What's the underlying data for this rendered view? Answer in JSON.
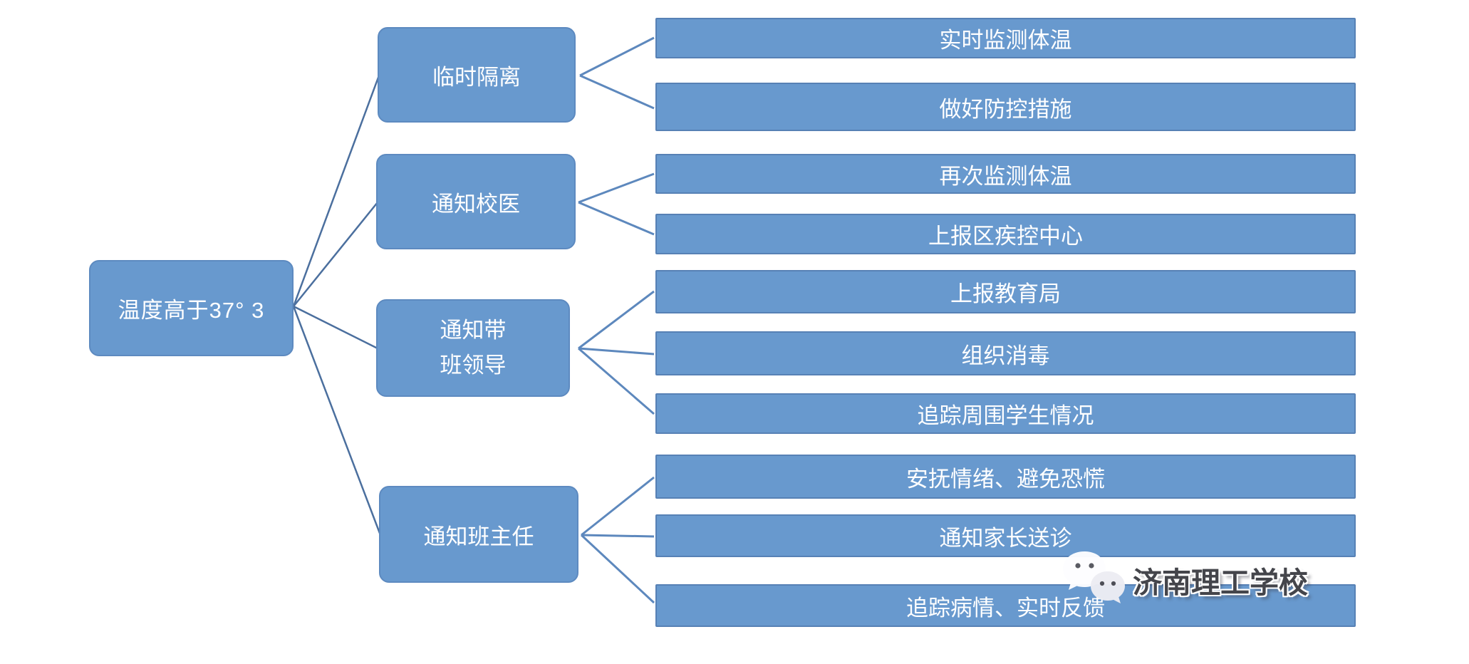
{
  "diagram": {
    "root": {
      "label": "温度高于37° 3"
    },
    "branches": [
      {
        "label": "临时隔离",
        "children": [
          "实时监测体温",
          "做好防控措施"
        ]
      },
      {
        "label": "通知校医",
        "children": [
          "再次监测体温",
          "上报区疾控中心"
        ]
      },
      {
        "label": "通知带\n班领导",
        "children": [
          "上报教育局",
          "组织消毒",
          "追踪周围学生情况"
        ]
      },
      {
        "label": "通知班主任",
        "children": [
          "安抚情绪、避免恐慌",
          "通知家长送诊",
          "追踪病情、实时反馈"
        ]
      }
    ]
  },
  "watermark": {
    "text": "济南理工学校",
    "icon": "wechat-icon"
  },
  "colors": {
    "node_fill": "#6899ce",
    "node_border": "#5d8ac0",
    "root_fan_line": "#4b6f9e",
    "leaf_fan_line": "#5d88bd",
    "text": "#ffffff",
    "watermark_text": "#44454b"
  }
}
